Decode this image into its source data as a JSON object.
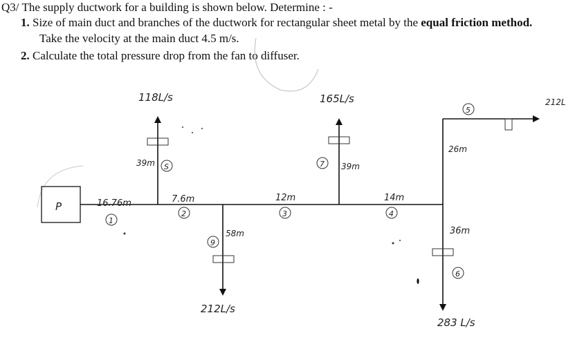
{
  "question": {
    "number": "Q3/",
    "intro": "The supply ductwork for a building is shown below. Determine : -",
    "items": [
      {
        "num": "1.",
        "text_a": "Size of main duct and branches of the ductwork for rectangular sheet metal by the ",
        "text_b": "equal friction method.",
        "text_c": "Take the velocity at the main duct 4.5 m/s."
      },
      {
        "num": "2.",
        "text": "Calculate the total pressure drop from the fan to diffuser."
      }
    ]
  },
  "diagram": {
    "fan_label": "P",
    "sections": [
      {
        "id": "1",
        "length": "16.76m"
      },
      {
        "id": "2",
        "length": "7.6m"
      },
      {
        "id": "3",
        "length": "12m"
      },
      {
        "id": "4",
        "length": "14m"
      },
      {
        "id": "5",
        "length": "26m"
      },
      {
        "id": "6",
        "length": "36m"
      },
      {
        "id": "7",
        "length": "39m"
      },
      {
        "id": "8",
        "length": "39m"
      },
      {
        "id": "9",
        "length": "58m"
      }
    ],
    "flows": {
      "top_left": "118L/s",
      "top_mid": "165L/s",
      "right_end": "212L",
      "bottom_mid": "212L/s",
      "bottom_right": "283 L/s"
    },
    "labels": {
      "sec8_circle": "S",
      "sec5_circle": "5"
    }
  },
  "colors": {
    "ink": "#111111",
    "pencil": "#333333",
    "faint": "#bbbbbb"
  }
}
